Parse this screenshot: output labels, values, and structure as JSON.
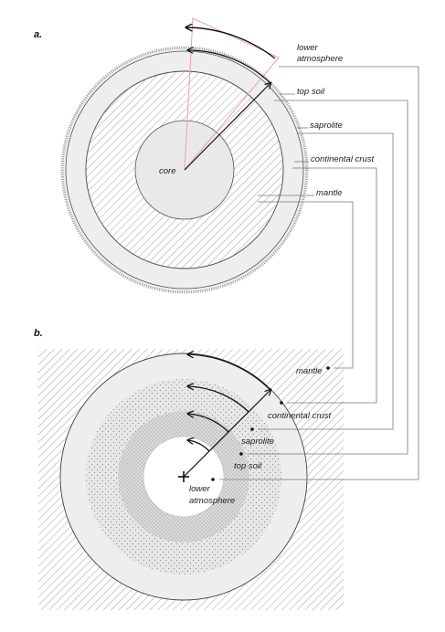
{
  "panel_a": {
    "label": "a.",
    "labels": {
      "lower_atmosphere_line1": "lower",
      "lower_atmosphere_line2": "atmosphere",
      "top_soil": "top soil",
      "saprolite": "saprolite",
      "continental_crust": "continental crust",
      "mantle": "mantle",
      "core": "core"
    }
  },
  "panel_b": {
    "label": "b.",
    "labels": {
      "mantle": "mantle",
      "continental_crust": "continental crust",
      "saprolite": "saprolite",
      "top_soil": "top soil",
      "lower_atmosphere_line1": "lower",
      "lower_atmosphere_line2": "atmosphere"
    }
  },
  "colors": {
    "ring_fill": "#eeeeee",
    "hatch": "#888888",
    "stroke": "#333333",
    "wedge": "#e8a0b0",
    "connector": "#777777"
  }
}
